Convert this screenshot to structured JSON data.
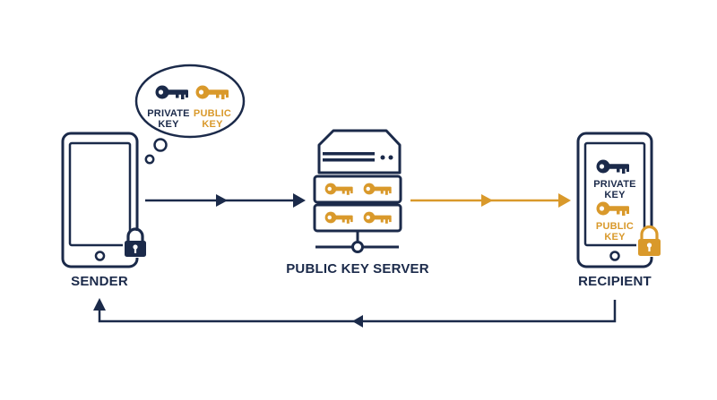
{
  "colors": {
    "navy": "#1b2a4a",
    "gold": "#d9992b",
    "background": "#ffffff"
  },
  "nodes": {
    "sender": {
      "label": "SENDER",
      "icons": [
        "phone-icon",
        "padlock-icon"
      ]
    },
    "server": {
      "label": "PUBLIC KEY SERVER",
      "icons": [
        "server-icon",
        "key-icon"
      ]
    },
    "recipient": {
      "label": "RECIPIENT",
      "icons": [
        "phone-icon",
        "padlock-icon",
        "key-icon"
      ]
    }
  },
  "thought_bubble": {
    "private_key": {
      "line1": "PRIVATE",
      "line2": "KEY"
    },
    "public_key": {
      "line1": "PUBLIC",
      "line2": "KEY"
    }
  },
  "recipient_screen": {
    "private_key": {
      "line1": "PRIVATE",
      "line2": "KEY"
    },
    "public_key": {
      "line1": "PUBLIC",
      "line2": "KEY"
    }
  },
  "arrows": [
    {
      "from": "sender",
      "to": "server",
      "color": "navy"
    },
    {
      "from": "server",
      "to": "recipient",
      "color": "gold"
    },
    {
      "from": "recipient",
      "to": "sender",
      "color": "navy"
    }
  ]
}
